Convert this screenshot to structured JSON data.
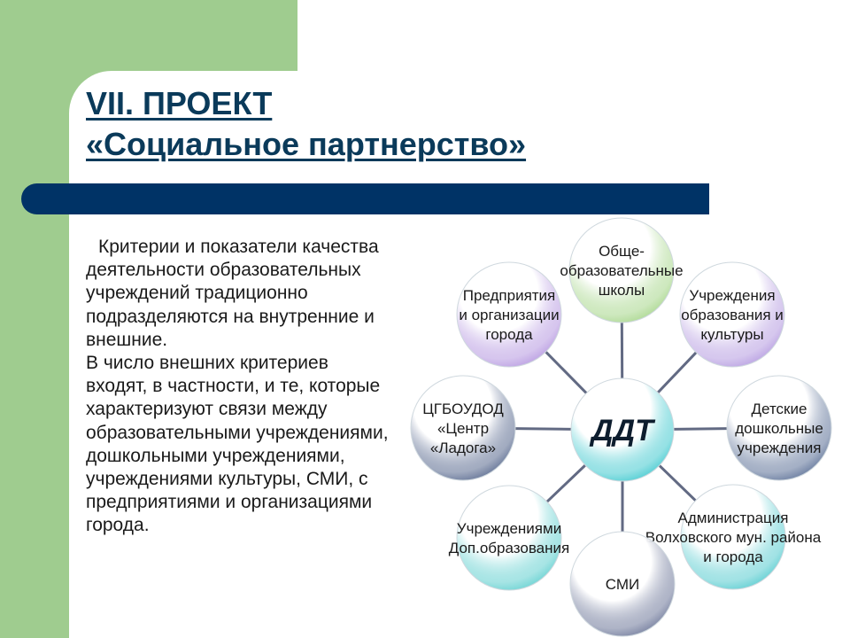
{
  "slide": {
    "title_line1": "VII. ПРОЕКТ",
    "title_line2": "«Социальное партнерство»",
    "paragraphs": [
      "Критерии и показатели качества деятельности образовательных учреждений традиционно подразделяются на внутренние и внешние.",
      "В число внешних критериев входят, в частности, и те, которые характеризуют связи между образовательными учреждениями, дошкольными учреждениями, учреждениями культуры, СМИ, с предприятиями и организациями города."
    ]
  },
  "diagram": {
    "center": {
      "label": "ДДТ",
      "color": "#40c9cf"
    },
    "nodes": [
      {
        "id": "schools",
        "lines": [
          "Обще-",
          "образовательные",
          "школы"
        ],
        "color": "#a6d68a"
      },
      {
        "id": "culture",
        "lines": [
          "Учреждения",
          "образования и",
          "культуры"
        ],
        "color": "#b49ae0"
      },
      {
        "id": "preschool",
        "lines": [
          "Детские",
          "дошкольные",
          "учреждения"
        ],
        "color": "#5a6f96"
      },
      {
        "id": "admin",
        "lines": [
          "Администрация",
          "Волховского мун. района",
          "и города"
        ],
        "color": "#55cbcf"
      },
      {
        "id": "media",
        "lines": [
          "СМИ"
        ],
        "color": "#6d7799"
      },
      {
        "id": "additional",
        "lines": [
          "Учреждениями",
          "Доп.образования"
        ],
        "color": "#5fcfcf"
      },
      {
        "id": "ladoga",
        "lines": [
          "ЦГБОУДОД",
          "«Центр",
          "«Ладога»"
        ],
        "color": "#56678d"
      },
      {
        "id": "enterprises",
        "lines": [
          "Предприятия",
          "и организации",
          "города"
        ],
        "color": "#b597e0"
      }
    ]
  }
}
